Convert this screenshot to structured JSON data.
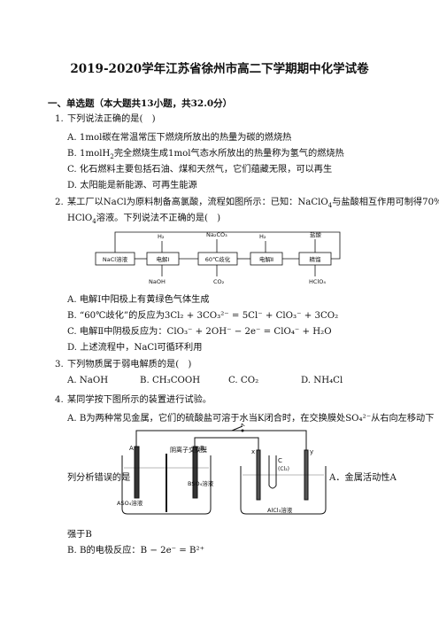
{
  "title": "2019-2020学年江苏省徐州市高二下学期期中化学试卷",
  "section": "一、单选题（本大题共13小题，共32.0分）",
  "q1": {
    "num": "1.",
    "stem": "下列说法正确的是(　)",
    "A": "1mol碳在常温常压下燃烧所放出的热量为碳的燃烧热",
    "B_pre": "1molH",
    "B_sub": "2",
    "B_post": "完全燃烧生成1mol气态水所放出的热量称为氢气的燃烧热",
    "C": "化石燃料主要包括石油、煤和天然气，它们蕴藏无限，可以再生",
    "D": "太阳能是新能源、可再生能源"
  },
  "q2": {
    "num": "2.",
    "stem1_pre": "某工厂以NaCl为原料制备高氯酸，流程如图所示：已知：NaClO",
    "stem1_sub": "4",
    "stem1_post": "与盐酸相互作用可制得70%的",
    "stem2_pre": "HClO",
    "stem2_sub": "4",
    "stem2_post": "溶液。下列说法不正确的是(　)",
    "flow": {
      "box1": "NaCl溶液",
      "box2": "电解Ⅰ",
      "box3": "60℃歧化",
      "box4": "电解Ⅱ",
      "box5": "精馏",
      "h2_a": "H₂",
      "na2co3": "Na₂CO₃",
      "h2_b": "H₂",
      "hcl": "盐酸",
      "naoh": "NaOH",
      "co2": "CO₂",
      "hclo4": "HClO₄"
    },
    "A": "电解Ⅰ中阳极上有黄绿色气体生成",
    "B": "“60℃歧化”的反应为3Cl₂ + 3CO₃²⁻ = 5Cl⁻ + ClO₃⁻ + 3CO₂",
    "C": "电解Ⅱ中阴极反应为：ClO₃⁻ + 2OH⁻ − 2e⁻ = ClO₄⁻ + H₂O",
    "D": "上述流程中，NaCl可循环利用"
  },
  "q3": {
    "num": "3.",
    "stem": "下列物质属于弱电解质的是(　)",
    "A": "NaOH",
    "B": "CH₃COOH",
    "C": "CO₂",
    "D": "NH₄Cl"
  },
  "q4": {
    "num": "4.",
    "stem": "某同学按下图所示的装置进行试验。",
    "A_line1": "B为两种常见金属，它们的硫酸盐可溶于水当K闭合时，在交换膜处SO₄²⁻从右向左移动下",
    "A_line2": "列分析错误的是",
    "A_line2_right": "A．金属活动性A",
    "A_line3": "强于B",
    "B": "B的电极反应：B − 2e⁻ = B²⁺",
    "fig": {
      "membrane": "阴离子交换膜",
      "k": "K",
      "a": "A",
      "b": "B",
      "x": "x",
      "y": "y",
      "c": "C",
      "cl2": "(Cl₂)",
      "aso4": "ASO₄溶液",
      "bso4": "BSO₄溶液",
      "alcl3": "AlCl₃溶液"
    }
  },
  "labels": {
    "A": "A.",
    "B": "B.",
    "C": "C.",
    "D": "D."
  }
}
